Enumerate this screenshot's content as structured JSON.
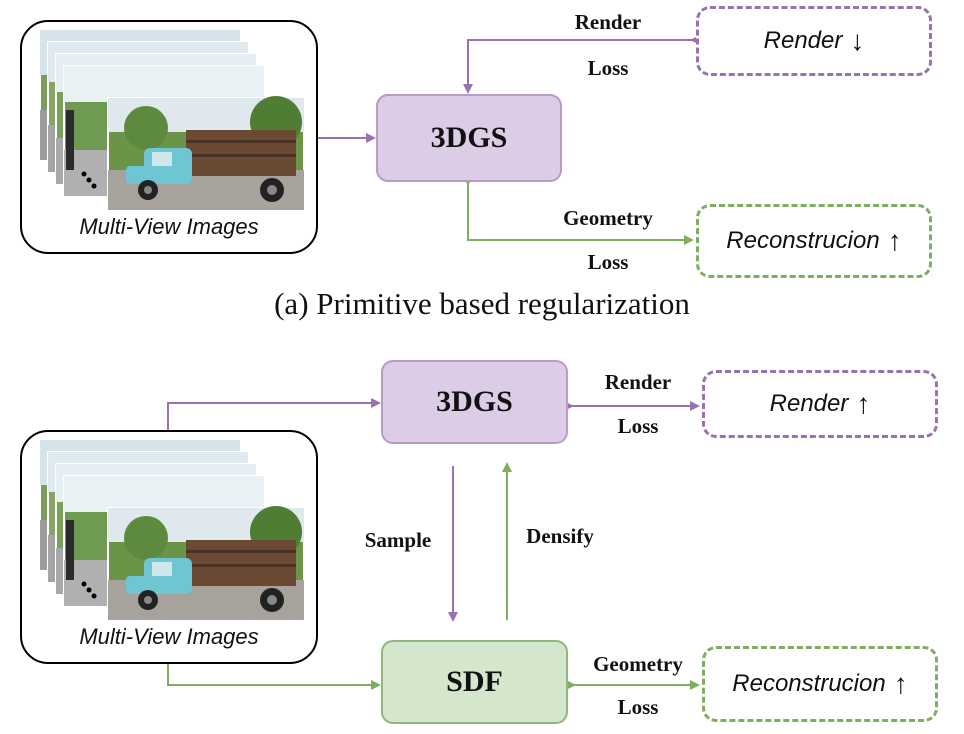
{
  "panel_a": {
    "caption": "(a) Primitive based regularization",
    "images_caption": "Multi-View Images",
    "node_main": "3DGS",
    "render_loss": {
      "line1": "Render",
      "line2": "Loss"
    },
    "geometry_loss": {
      "line1": "Geometry",
      "line2": "Loss"
    },
    "output_render": {
      "label": "Render",
      "arrow": "↓"
    },
    "output_reconstruction": {
      "label": "Reconstrucion",
      "arrow": "↑"
    }
  },
  "panel_b": {
    "images_caption": "Multi-View Images",
    "node_top": "3DGS",
    "node_bottom": "SDF",
    "render_loss": {
      "line1": "Render",
      "line2": "Loss"
    },
    "geometry_loss": {
      "line1": "Geometry",
      "line2": "Loss"
    },
    "sample_label": "Sample",
    "densify_label": "Densify",
    "output_render": {
      "label": "Render",
      "arrow": "↑"
    },
    "output_reconstruction": {
      "label": "Reconstrucion",
      "arrow": "↑"
    }
  },
  "colors": {
    "purple_edge": "#9b72b0",
    "green_edge": "#7fae5e",
    "purple_fill": "#dccce6",
    "green_fill": "#d4e6cc"
  }
}
